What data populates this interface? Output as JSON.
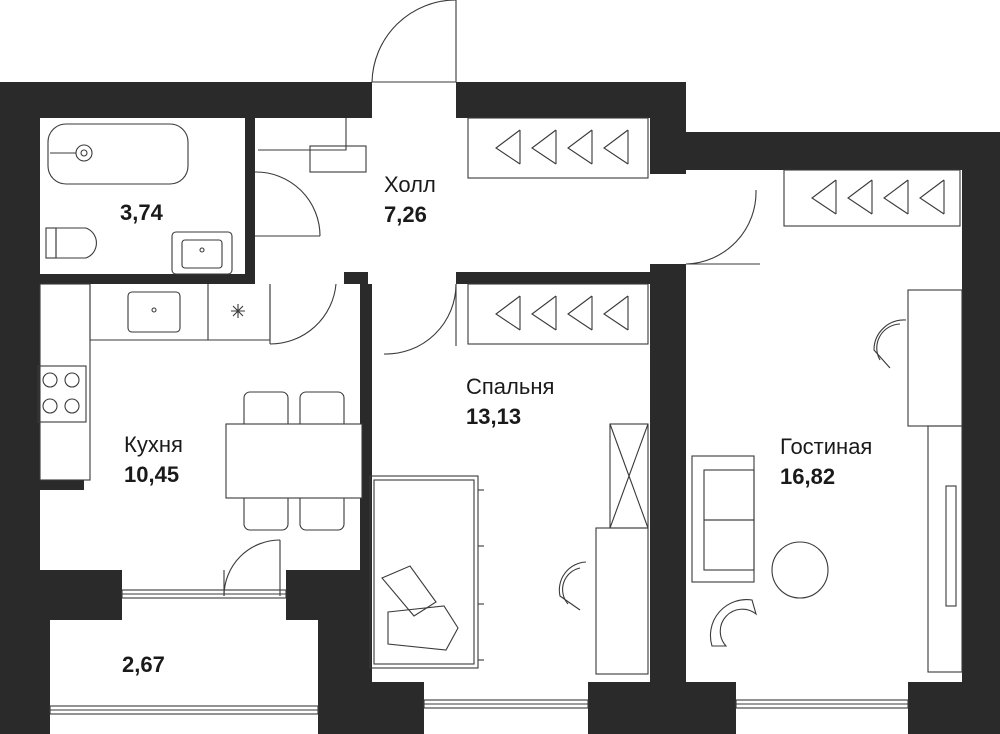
{
  "plan": {
    "rooms": [
      {
        "id": "bathroom",
        "name": "",
        "area": "3,74"
      },
      {
        "id": "hall",
        "name": "Холл",
        "area": "7,26"
      },
      {
        "id": "kitchen",
        "name": "Кухня",
        "area": "10,45"
      },
      {
        "id": "bedroom",
        "name": "Спальня",
        "area": "13,13"
      },
      {
        "id": "living",
        "name": "Гостиная",
        "area": "16,82"
      },
      {
        "id": "balcony",
        "name": "",
        "area": "2,67"
      }
    ],
    "colors": {
      "wall": "#2a2a2a",
      "line": "#3a3a3a",
      "background": "#ffffff"
    },
    "icons": [
      "bathtub-icon",
      "toilet-icon",
      "sink-icon",
      "wardrobe-hanger-icon",
      "stove-icon",
      "table-icon",
      "chair-icon",
      "bed-icon",
      "sofa-icon",
      "desk-icon",
      "door-swing-icon",
      "window-icon"
    ]
  }
}
